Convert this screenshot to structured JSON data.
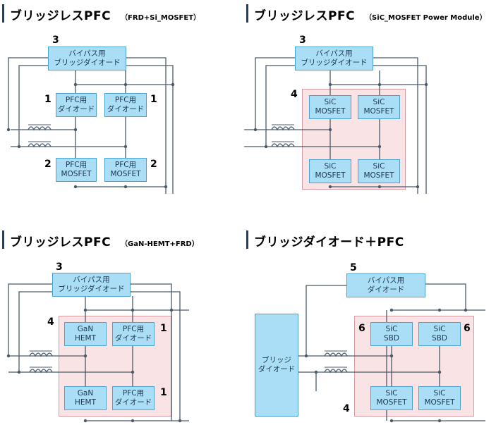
{
  "panels": {
    "tl": {
      "title": "ブリッジレスPFC",
      "subtitle": "（FRD+Si_MOSFET）",
      "bypass": [
        "バイパス用",
        "ブリッジダイオード"
      ],
      "boxes": [
        [
          "PFC用",
          "ダイオード"
        ],
        [
          "PFC用",
          "ダイオード"
        ],
        [
          "PFC用",
          "MOSFET"
        ],
        [
          "PFC用",
          "MOSFET"
        ]
      ],
      "nums": [
        "3",
        "1",
        "1",
        "2",
        "2"
      ]
    },
    "tr": {
      "title": "ブリッジレスPFC",
      "subtitle": "（SiC_MOSFET Power Module）",
      "bypass": [
        "バイパス用",
        "ブリッジダイオード"
      ],
      "boxes": [
        [
          "SiC",
          "MOSFET"
        ],
        [
          "SiC",
          "MOSFET"
        ],
        [
          "SiC",
          "MOSFET"
        ],
        [
          "SiC",
          "MOSFET"
        ]
      ],
      "nums": [
        "3",
        "4"
      ]
    },
    "bl": {
      "title": "ブリッジレスPFC",
      "subtitle": "（GaN-HEMT+FRD）",
      "bypass": [
        "バイパス用",
        "ブリッジダイオード"
      ],
      "boxes": [
        [
          "GaN",
          "HEMT"
        ],
        [
          "PFC用",
          "ダイオード"
        ],
        [
          "GaN",
          "HEMT"
        ],
        [
          "PFC用",
          "ダイオード"
        ]
      ],
      "nums": [
        "3",
        "4",
        "1",
        "1"
      ]
    },
    "br": {
      "title": "ブリッジダイオード＋PFC",
      "bypass": [
        "バイパス用",
        "ダイオード"
      ],
      "bridge": [
        "ブリッジ",
        "ダイオード"
      ],
      "boxes": [
        [
          "SiC",
          "SBD"
        ],
        [
          "SiC",
          "SBD"
        ],
        [
          "SiC",
          "MOSFET"
        ],
        [
          "SiC",
          "MOSFET"
        ]
      ],
      "nums": [
        "5",
        "6",
        "6",
        "4"
      ]
    }
  },
  "colors": {
    "component_fill": "#a9def6",
    "component_border": "#4aa3d4",
    "module_fill": "#f9e3e5",
    "module_border": "#d99aa1",
    "wire": "#4a5a6a",
    "title_bar": "#1f3f63"
  }
}
